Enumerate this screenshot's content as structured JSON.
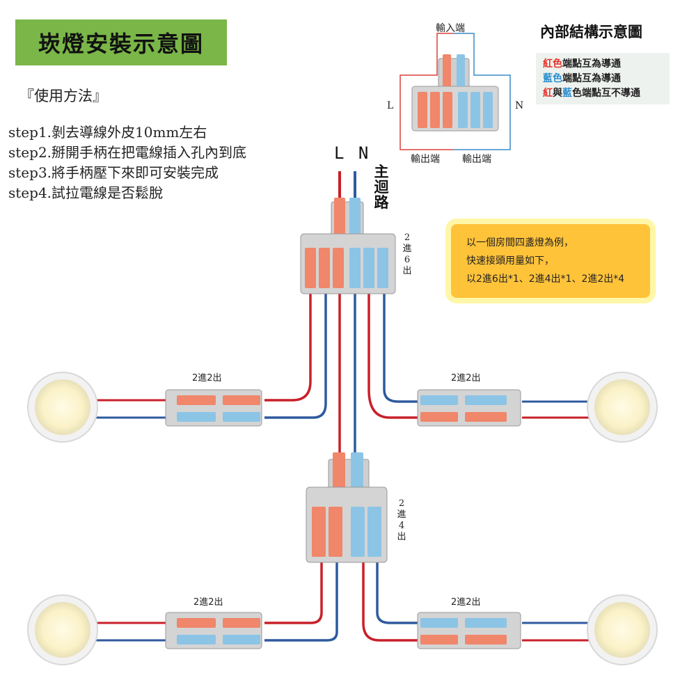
{
  "title": "崁燈安裝示意圖",
  "usage_heading": "『使用方法』",
  "steps": [
    "step1.剝去導線外皮10mm左右",
    "step2.掰開手柄在把電線插入孔內到底",
    "step3.將手柄壓下來即可安裝完成",
    "step4.試拉電線是否鬆脫"
  ],
  "internal": {
    "title": "內部結構示意圖",
    "input_label": "輸入端",
    "output_label_left": "輸出端",
    "output_label_right": "輸出端",
    "l_label": "L",
    "n_label": "N",
    "legend": {
      "line1_colored": "紅色",
      "line1_rest": "端點互為導通",
      "line2_colored": "藍色",
      "line2_rest": "端點互為導通",
      "line3_a": "紅",
      "line3_b": "與",
      "line3_c": "藍",
      "line3_d": "色端點互不導通"
    }
  },
  "main_labels": {
    "ln": "L N",
    "main_circuit": [
      "主",
      "迴",
      "路"
    ],
    "connector_2in6": [
      "2",
      "進",
      "6",
      "出"
    ],
    "connector_2in4": [
      "2",
      "進",
      "4",
      "出"
    ],
    "connector_2in2_tl": "2進2出",
    "connector_2in2_tr": "2進2出",
    "connector_2in2_bl": "2進2出",
    "connector_2in2_br": "2進2出"
  },
  "note": {
    "line1": "以一個房間四盞燈為例，",
    "line2": "快速接頭用量如下，",
    "line3": "以2進6出*1、2進4出*1、2進2出*4"
  },
  "colors": {
    "title_bg": "#7ab648",
    "red_wire": "#c8202a",
    "blue_wire": "#2e5a9e",
    "red_lever": "#f0866a",
    "blue_lever": "#8cc4e6",
    "connector_body": "#d4d4d4",
    "note_bg": "#ffc33a",
    "lamp": "#fdf6d8"
  }
}
